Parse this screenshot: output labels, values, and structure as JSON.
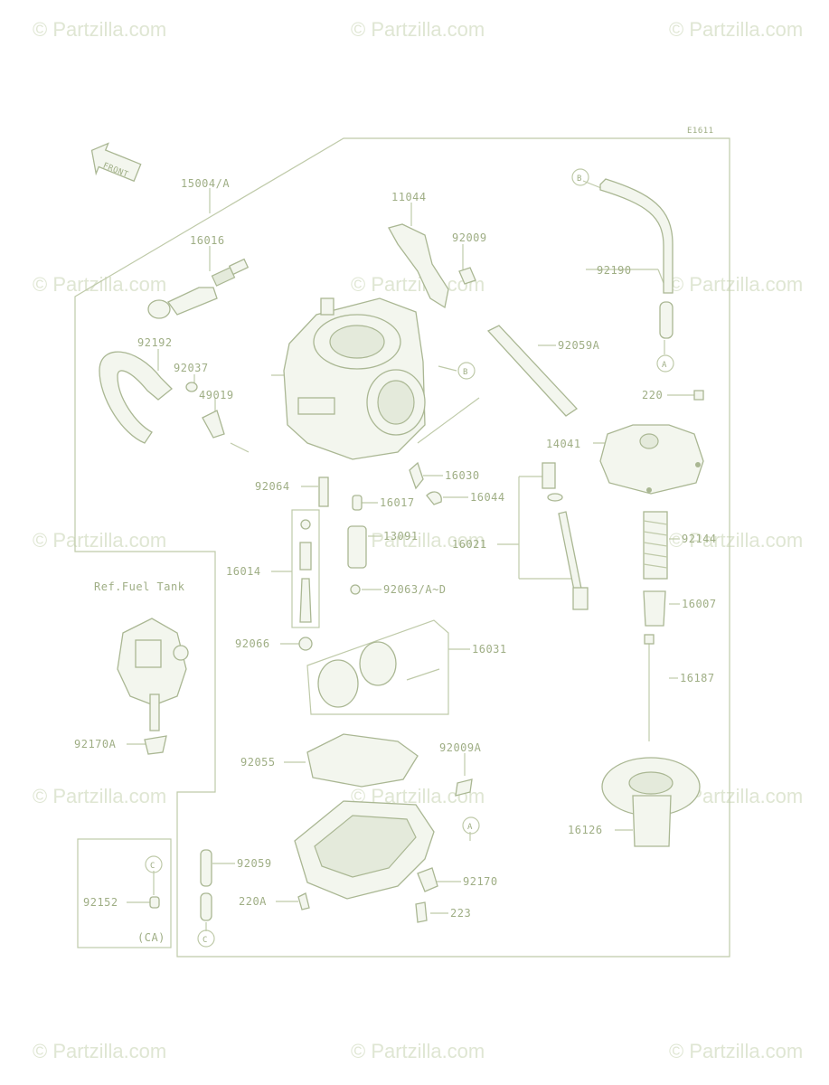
{
  "watermark": "© Partzilla.com",
  "diagram_code": "E1611",
  "front_label": "FRONT",
  "ref_fuel_tank": "Ref.Fuel Tank",
  "region_note": "(CA)",
  "callouts": {
    "A": "A",
    "B": "B",
    "C": "C"
  },
  "part_numbers": {
    "p15004": "15004/A",
    "p16016": "16016",
    "p11044": "11044",
    "p92009": "92009",
    "p92190": "92190",
    "p92192": "92192",
    "p92037": "92037",
    "p49019": "49019",
    "p92059A": "92059A",
    "p220": "220",
    "p14041": "14041",
    "p92064": "92064",
    "p16030": "16030",
    "p16017": "16017",
    "p16044": "16044",
    "p13091": "13091",
    "p16021": "16021",
    "p92144": "92144",
    "p16014": "16014",
    "p92063": "92063/A~D",
    "p16007": "16007",
    "p92066": "92066",
    "p16031": "16031",
    "p16187": "16187",
    "p92170A": "92170A",
    "p92055": "92055",
    "p92009A": "92009A",
    "p16126": "16126",
    "p92059": "92059",
    "p92170": "92170",
    "p92152": "92152",
    "p220A": "220A",
    "p223": "223"
  }
}
